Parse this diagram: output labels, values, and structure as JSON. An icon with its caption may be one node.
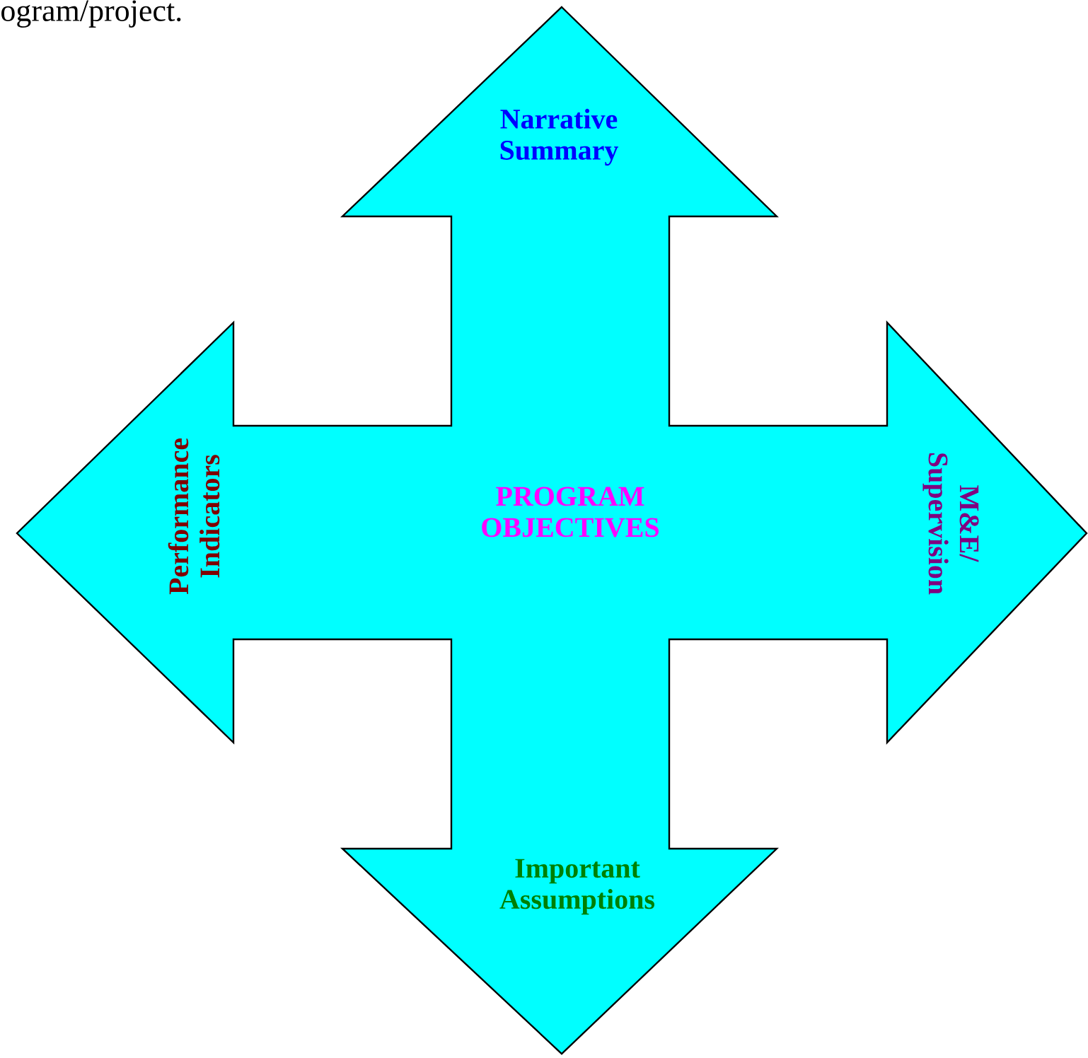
{
  "diagram": {
    "nodes": [
      {
        "text": [
          "Narrative Summary",
          "Performance Indicators",
          "PROGRAM OBJECTIVES",
          "M&E/ Supervision",
          "Important Assumptions"
        ]
      }
    ],
    "labels": [
      "ogram/project."
    ]
  }
}
